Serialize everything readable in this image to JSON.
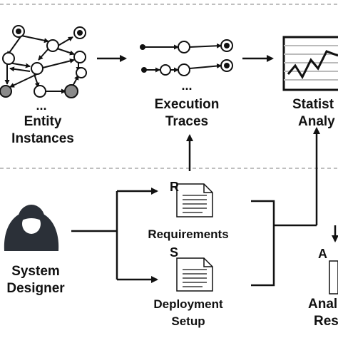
{
  "panels": {
    "entity": {
      "dots": "...",
      "line1": "Entity",
      "line2": "Instances"
    },
    "traces": {
      "dots": "...",
      "line1": "Execution",
      "line2": "Traces"
    },
    "stats": {
      "line1": "Statist",
      "line2": "Analy"
    },
    "requirements": {
      "tag": "R",
      "label": "Requirements"
    },
    "deployment": {
      "tag": "S",
      "line1": "Deployment",
      "line2": "Setup"
    },
    "designer": {
      "line1": "System",
      "line2": "Designer"
    },
    "analysis": {
      "tag": "A",
      "line1": "Anal",
      "line2": "Res"
    }
  },
  "colors": {
    "ink": "#111111",
    "grey_node": "#8a8a8a",
    "designer": "#2b3038"
  }
}
